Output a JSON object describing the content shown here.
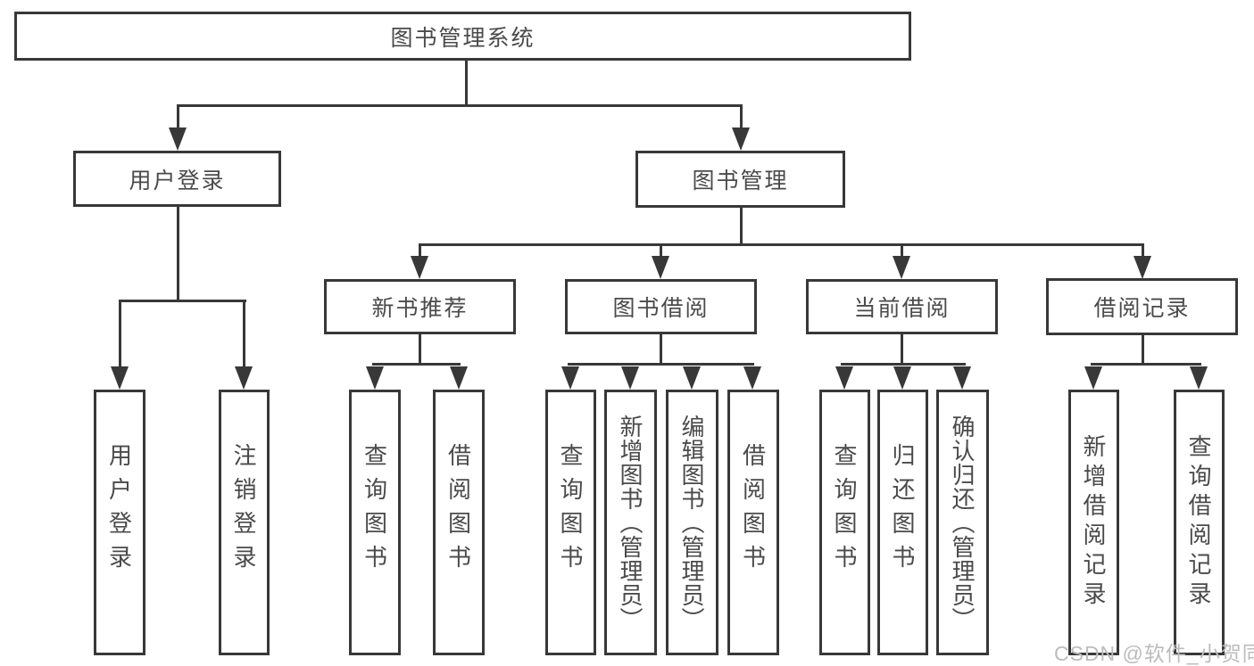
{
  "colors": {
    "line": "#383838",
    "node_text": "#4a4a4a",
    "watermark": "#bcbcbc",
    "background": "#ffffff"
  },
  "diagram": {
    "root": {
      "label": "图书管理系统"
    },
    "branches": [
      {
        "label": "用户登录",
        "children": [
          {
            "label": "用户登录"
          },
          {
            "label": "注销登录"
          }
        ]
      },
      {
        "label": "图书管理",
        "sections": [
          {
            "label": "新书推荐",
            "children": [
              {
                "label": "查询图书"
              },
              {
                "label": "借阅图书"
              }
            ]
          },
          {
            "label": "图书借阅",
            "children": [
              {
                "label": "查询图书"
              },
              {
                "label": "新增图书（管理员）"
              },
              {
                "label": "编辑图书（管理员）"
              },
              {
                "label": "借阅图书"
              }
            ]
          },
          {
            "label": "当前借阅",
            "children": [
              {
                "label": "查询图书"
              },
              {
                "label": "归还图书"
              },
              {
                "label": "确认归还（管理员）"
              }
            ]
          },
          {
            "label": "借阅记录",
            "children": [
              {
                "label": "新增借阅记录"
              },
              {
                "label": "查询借阅记录"
              }
            ]
          }
        ]
      }
    ]
  },
  "watermark": {
    "text": "CSDN @软件_小贺同学"
  }
}
